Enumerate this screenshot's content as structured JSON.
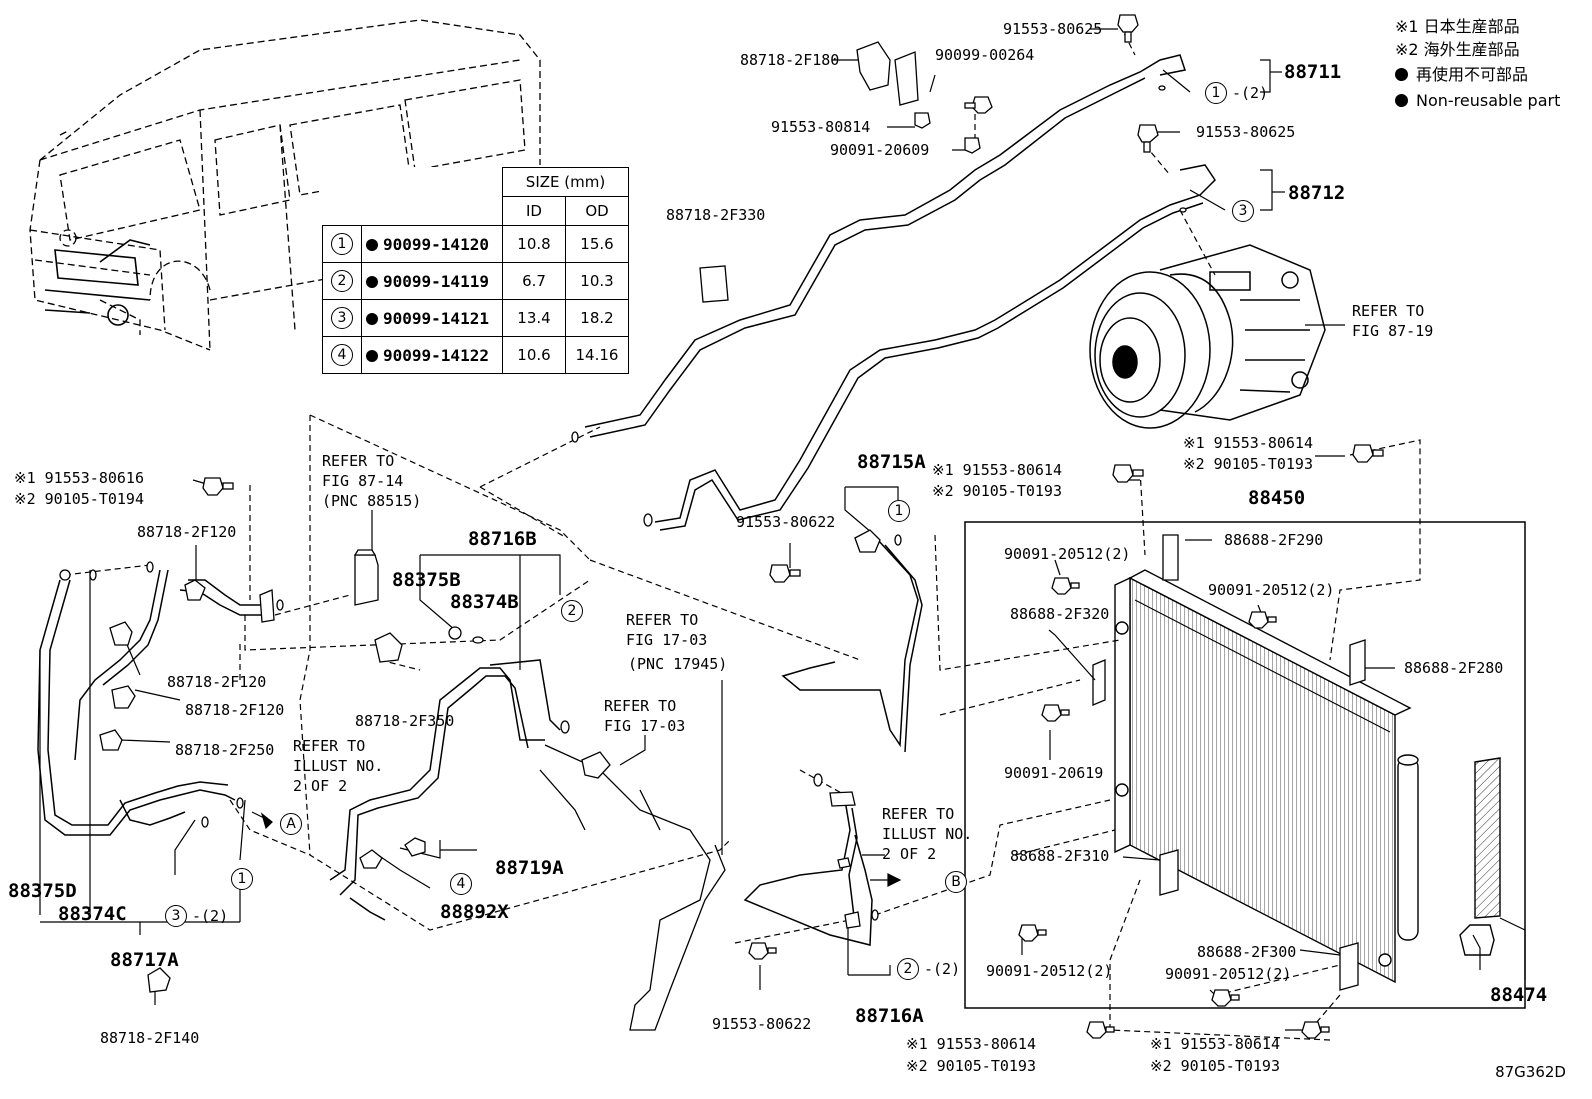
{
  "legend": {
    "note1": "※1 日本生産部品",
    "note2": "※2 海外生産部品",
    "nonreusable_jp": "再使用不可部品",
    "nonreusable_en": "Non-reusable part"
  },
  "size_table": {
    "header": "SIZE (mm)",
    "col_id": "ID",
    "col_od": "OD",
    "rows": [
      {
        "idx": "1",
        "part": "90099-14120",
        "id": "10.8",
        "od": "15.6"
      },
      {
        "idx": "2",
        "part": "90099-14119",
        "id": "6.7",
        "od": "10.3"
      },
      {
        "idx": "3",
        "part": "90099-14121",
        "id": "13.4",
        "od": "18.2"
      },
      {
        "idx": "4",
        "part": "90099-14122",
        "id": "10.6",
        "od": "14.16"
      }
    ]
  },
  "labels": {
    "p91553_80625a": "91553-80625",
    "p88718_2F180": "88718-2F180",
    "p90099_00264": "90099-00264",
    "p88711": "88711",
    "p91553_80814": "91553-80814",
    "p90091_20609": "90091-20609",
    "p91553_80625b": "91553-80625",
    "p88712": "88712",
    "p88718_2F330": "88718-2F330",
    "refer_8719_a": "REFER TO",
    "refer_8719_b": "FIG 87-19",
    "p88715A": "88715A",
    "n1_91553_80614_a": "※1 91553-80614",
    "n2_90105_T0193_a": "※2 90105-T0193",
    "n1_91553_80614_b": "※1 91553-80614",
    "n2_90105_T0193_b": "※2 90105-T0193",
    "p88450": "88450",
    "p91553_80622a": "91553-80622",
    "p90091_20512_a": "90091-20512(2)",
    "p88688_2F290": "88688-2F290",
    "p90091_20512_b": "90091-20512(2)",
    "p88688_2F320": "88688-2F320",
    "p88688_2F280": "88688-2F280",
    "p90091_20619": "90091-20619",
    "p88688_2F310": "88688-2F310",
    "p90091_20512_c": "90091-20512(2)",
    "p88688_2F300": "88688-2F300",
    "p90091_20512_d": "90091-20512(2)",
    "p88474": "88474",
    "n1_91553_80616": "※1 91553-80616",
    "n2_90105_T0194": "※2 90105-T0194",
    "p88718_2F120a": "88718-2F120",
    "refer_8714_a": "REFER TO",
    "refer_8714_b": "FIG 87-14",
    "refer_8714_c": "(PNC 88515)",
    "p88716B": "88716B",
    "p88375B": "88375B",
    "p88374B": "88374B",
    "refer_1703a_a": "REFER TO",
    "refer_1703a_b": "FIG 17-03",
    "refer_1703a_c": "(PNC 17945)",
    "p88718_2F120b": "88718-2F120",
    "p88718_2F120c": "88718-2F120",
    "p88718_2F350": "88718-2F350",
    "refer_1703b_a": "REFER TO",
    "refer_1703b_b": "FIG 17-03",
    "p88718_2F250": "88718-2F250",
    "refer_illA_a": "REFER TO",
    "refer_illA_b": "ILLUST NO.",
    "refer_illA_c": "2 OF 2",
    "refer_illB_a": "REFER TO",
    "refer_illB_b": "ILLUST NO.",
    "refer_illB_c": "2 OF 2",
    "p88719A": "88719A",
    "p88892X": "88892X",
    "p88375D": "88375D",
    "p88374C": "88374C",
    "p88717A": "88717A",
    "p88718_2F140": "88718-2F140",
    "p91553_80622b": "91553-80622",
    "p88716A": "88716A",
    "n1_91553_80614_c": "※1 91553-80614",
    "n2_90105_T0193_c": "※2 90105-T0193",
    "n1_91553_80614_d": "※1 91553-80614",
    "n2_90105_T0193_d": "※2 90105-T0193",
    "c1_2": "-(2)",
    "c3_2": "-(2)",
    "c2_2": "-(2)",
    "markA": "A",
    "markB": "B",
    "c1": "1",
    "c2": "2",
    "c3": "3",
    "c4": "4",
    "ref_code": "87G362D"
  }
}
